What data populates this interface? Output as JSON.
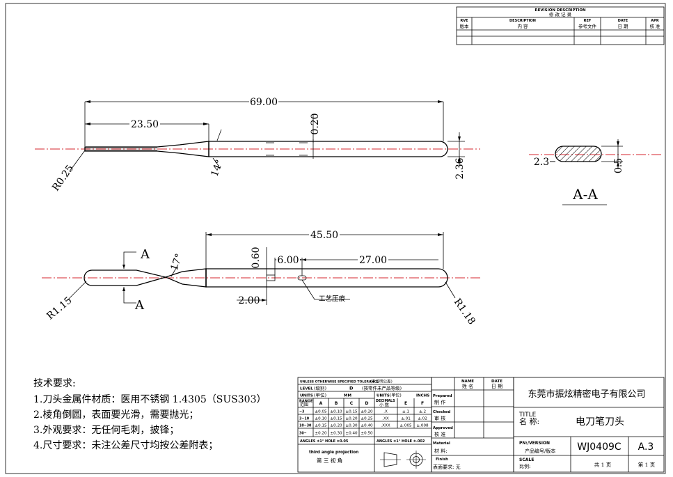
{
  "revision": {
    "title_en": "REVISION DESCRIPTION",
    "title_cn": "修 改 记 录",
    "col_rev_en": "RVE",
    "col_rev_cn": "版本",
    "col_desc_en": "DESCRIPTION",
    "col_desc_cn": "内 容",
    "col_ref_en": "REF",
    "col_ref_cn": "参考文件",
    "col_date_en": "DATE",
    "col_date_cn": "日 期",
    "col_apr_en": "APR",
    "col_apr_cn": "核 准"
  },
  "top_view": {
    "overall_length": "69.00",
    "tip_length": "23.50",
    "groove_depth": "0.20",
    "tip_radius": "R0.25",
    "taper_angle": "14°",
    "diameter": "2.36"
  },
  "section_view": {
    "width": "2.3",
    "thickness": "0.5",
    "label": "A-A"
  },
  "side_view": {
    "body_length": "45.50",
    "slot_depth": "0.60",
    "offset": "6.00",
    "slot_length": "27.00",
    "slot_width": "2.00",
    "section_mark": "A",
    "taper_angle": "17°",
    "tail_radius": "R1.15",
    "head_radius": "R1.18",
    "process_mark": "工艺压痕"
  },
  "requirements": {
    "title": "技术要求:",
    "items": [
      "1.刀头金属件材质：医用不锈钢 1.4305（SUS303）",
      "2.棱角倒圆，表面要光滑，需要抛光；",
      "3.外观要求：无任何毛刺，披锋；",
      "4.尺寸要求：未注公差尺寸均按公差附表；"
    ]
  },
  "tolerance": {
    "header": "UNLESS OTHERWISE SPECIFIED TOLERANCE",
    "header_cn": "(未注明公差)",
    "level_label": "LEVEL",
    "level_cn": "(级别)",
    "level_value": "D",
    "level_note": "(按零件未产品等级)",
    "units_label": "UNITS",
    "units_cn": "(单位)",
    "units_value": "MM",
    "units2_label": "UNITS",
    "units2_cn": "(单位)",
    "units2_value": "INCHS",
    "range_label": "RANGE",
    "range_cn": "范围",
    "cols": [
      "A",
      "B",
      "C",
      "D"
    ],
    "decimals_label": "DECIMALS",
    "decimals_cn": "小 数",
    "cols2": [
      "E",
      "F"
    ],
    "rows": [
      {
        "range": "~3",
        "vals": [
          "±0.05",
          "±0.10",
          "±0.15",
          "±0.20"
        ],
        "dec": ".X",
        "e": "±.1",
        "f": "±.2"
      },
      {
        "range": "3~10",
        "vals": [
          "±0.10",
          "±0.15",
          "±0.20",
          "±0.25"
        ],
        "dec": ".XX",
        "e": "±.01",
        "f": "±.02"
      },
      {
        "range": "10~30",
        "vals": [
          "±0.15",
          "±0.20",
          "±0.30",
          "±0.40"
        ],
        "dec": ".XXX",
        "e": "±.005",
        "f": "±.008"
      },
      {
        "range": "30~",
        "vals": [
          "±0.20",
          "±0.30",
          "±0.40",
          "±0.50"
        ],
        "dec": "",
        "e": "",
        "f": ""
      }
    ],
    "angles1": "ANGLES ±1°   HOLE ±0.05",
    "angles2": "ANGLES ±1°   HOLE ±.002",
    "projection_en": "third angle projection",
    "projection_cn": "第 三 视 角"
  },
  "signoff": {
    "name_en": "NAME",
    "name_cn": "姓 名",
    "date_en": "DATE",
    "date_cn": "日 期",
    "prepared_en": "Prepared",
    "prepared_cn": "制 作",
    "checked_en": "Checked",
    "checked_cn": "审 核",
    "approved_en": "Approved",
    "approved_cn": "核 准",
    "material_en": "Material",
    "material_cn": "材 料:",
    "finish_en": "Finish",
    "finish_cn": "表面要求: 无"
  },
  "titleblock": {
    "company": "东莞市振炫精密电子有限公司",
    "title_en": "TITLE",
    "title_cn": "名 称:",
    "title_value": "电刀笔刀头",
    "pn_en": "PN:/VERSION",
    "pn_cn": "产品编号/版本",
    "pn_value": "WJ0409C",
    "version": "A.3",
    "scale_en": "SCALE",
    "scale_cn": "比例:",
    "sheets_total": "共 1 页",
    "sheet_no": "第 1 页"
  }
}
